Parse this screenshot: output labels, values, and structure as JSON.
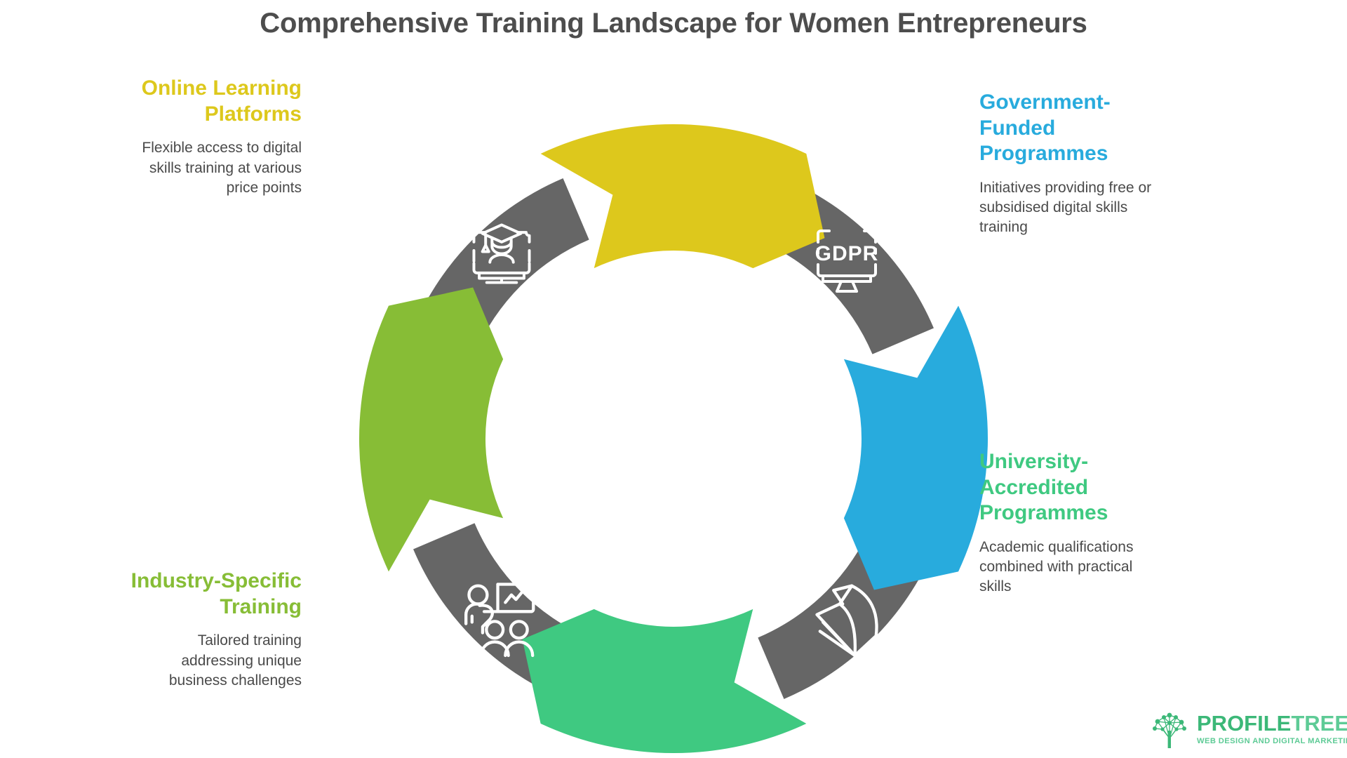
{
  "page": {
    "title": "Comprehensive Training Landscape for Women Entrepreneurs",
    "background_color": "#ffffff",
    "title_color": "#4d4d4d",
    "body_text_color": "#4a4a4a",
    "ring_color": "#666666"
  },
  "diagram": {
    "type": "cycle-ring",
    "segment_count": 4,
    "segments": [
      {
        "id": "online-learning-platforms",
        "heading": "Online Learning Platforms",
        "body": "Flexible access to digital skills training at various price points",
        "color": "#ddc81c",
        "icon": "graduation-cap-monitor-icon",
        "position": "top-left",
        "text_align": "right"
      },
      {
        "id": "government-funded-programmes",
        "heading": "Government-Funded Programmes",
        "body": "Initiatives providing free or subsidised digital skills training",
        "color": "#28abdd",
        "icon": "gdpr-monitor-icon",
        "icon_label": "GDPR",
        "position": "top-right",
        "text_align": "left"
      },
      {
        "id": "university-accredited-programmes",
        "heading": "University-Accredited Programmes",
        "body": "Academic qualifications combined with practical skills",
        "color": "#3fc981",
        "icon": "open-book-icon",
        "position": "bottom-right",
        "text_align": "left"
      },
      {
        "id": "industry-specific-training",
        "heading": "Industry-Specific Training",
        "body": "Tailored training addressing unique business challenges",
        "color": "#87bd36",
        "icon": "presentation-training-icon",
        "position": "bottom-left",
        "text_align": "right"
      }
    ]
  },
  "logo": {
    "icon": "profiletree-network-tree-icon",
    "word_primary": "PROFILE",
    "word_secondary": "TREE",
    "tagline": "WEB DESIGN AND DIGITAL MARKETING",
    "color_primary": "#3cb878",
    "color_secondary": "#5ecb96"
  }
}
